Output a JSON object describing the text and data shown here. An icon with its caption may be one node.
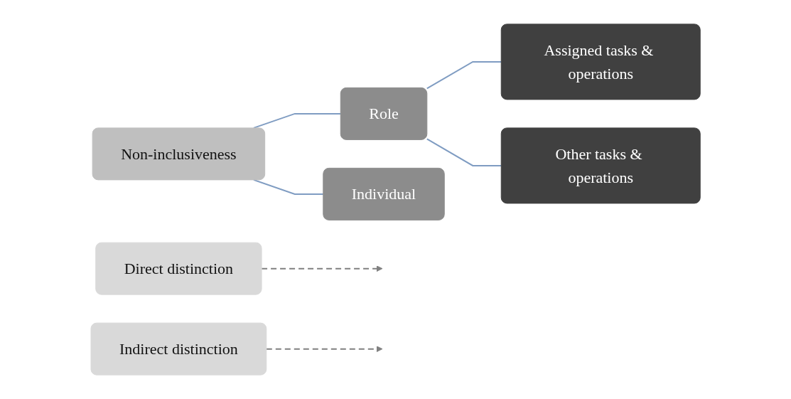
{
  "diagram": {
    "nodes": [
      {
        "text": [
          "Direct distinction"
        ]
      },
      {
        "text": [
          "Indirect distinction"
        ]
      },
      {
        "text": [
          "Non-inclusiveness"
        ]
      },
      {
        "text": [
          "Role"
        ]
      },
      {
        "text": [
          "Individual"
        ]
      },
      {
        "text": [
          "Assigned tasks & operations"
        ]
      },
      {
        "text": [
          "Other tasks & operations"
        ]
      }
    ],
    "edges": [
      {
        "from": 2,
        "to": 3,
        "arrow": "none"
      },
      {
        "from": 2,
        "to": 4,
        "arrow": "none"
      },
      {
        "from": 3,
        "to": 5,
        "arrow": "none"
      },
      {
        "from": 3,
        "to": 6,
        "arrow": "none"
      },
      {
        "from": 0,
        "to": null,
        "arrow": "to",
        "style": "dashed",
        "color": "#808080"
      },
      {
        "from": 1,
        "to": null,
        "arrow": "to",
        "style": "dashed",
        "color": "#808080"
      }
    ]
  }
}
